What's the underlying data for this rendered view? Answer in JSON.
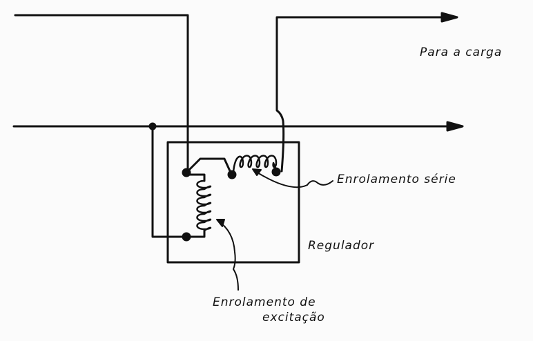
{
  "labels": {
    "load": "Para a carga",
    "series_winding": "Enrolamento série",
    "regulator": "Regulador",
    "excitation_winding_line1": "Enrolamento de",
    "excitation_winding_line2": "excitação"
  },
  "colors": {
    "ink": "#111111",
    "paper": "#fbfbfb"
  }
}
